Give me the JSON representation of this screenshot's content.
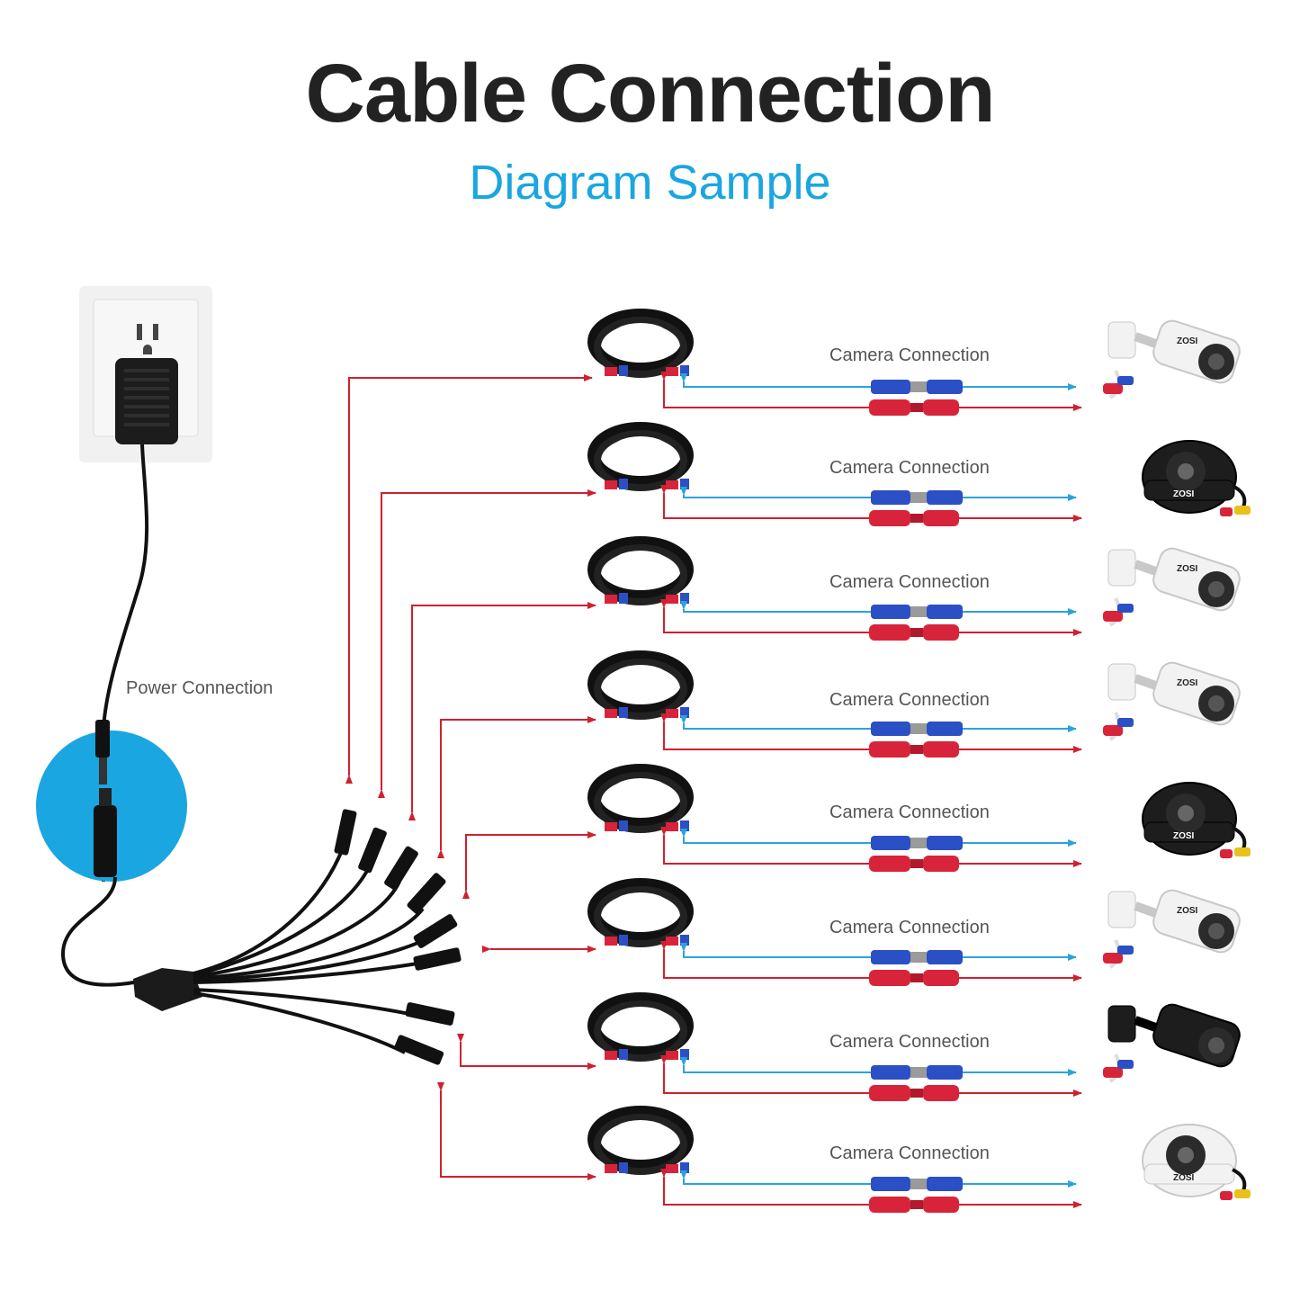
{
  "title": "Cable Connection",
  "subtitle": "Diagram Sample",
  "power_label": "Power Connection",
  "camera_label": "Camera Connection",
  "cameras": [
    {
      "type": "bullet",
      "color": "white",
      "brand": "ZOSI"
    },
    {
      "type": "dome",
      "color": "black",
      "brand": "ZOSI"
    },
    {
      "type": "bullet",
      "color": "white",
      "brand": "ZOSI"
    },
    {
      "type": "bullet",
      "color": "white",
      "brand": "ZOSI"
    },
    {
      "type": "dome",
      "color": "black",
      "brand": "ZOSI"
    },
    {
      "type": "bullet",
      "color": "white",
      "brand": "ZOSI"
    },
    {
      "type": "bullet",
      "color": "black",
      "brand": ""
    },
    {
      "type": "dome",
      "color": "white",
      "brand": "ZOSI"
    }
  ],
  "colors": {
    "power_arrow": "#d0202f",
    "video_arrow": "#2aa3dd",
    "cable": "#111111",
    "bnc_blue": "#2b4fc4",
    "dc_red": "#d8243a",
    "highlight_circle": "#1aa6e0"
  }
}
